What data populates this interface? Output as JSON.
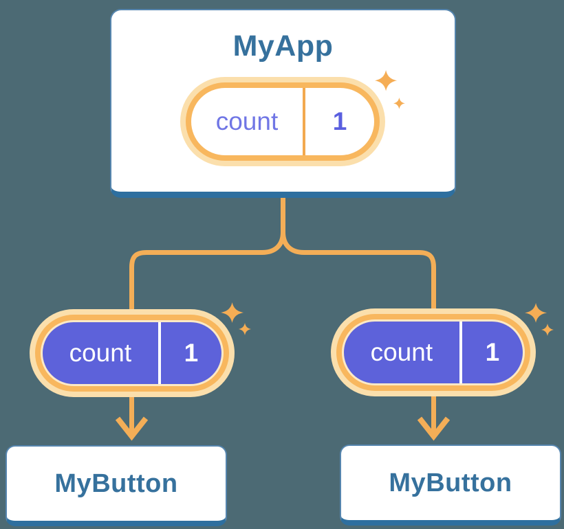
{
  "root_card": {
    "title": "MyApp",
    "pill": {
      "name": "count",
      "value": "1"
    }
  },
  "child_cards": [
    {
      "title": "MyButton",
      "pill": {
        "name": "count",
        "value": "1"
      }
    },
    {
      "title": "MyButton",
      "pill": {
        "name": "count",
        "value": "1"
      }
    }
  ],
  "icons": {
    "sparkles": "sparkles-icon",
    "arrow_down": "arrow-down-icon"
  },
  "colors": {
    "background": "#4C6A74",
    "card_background": "#FFFFFF",
    "card_border": "#5585AE",
    "card_bottom_edge": "#2E6F9F",
    "component_title_text": "#36719D",
    "connector": "#F4AE57",
    "pill_ring": "#F8B75E",
    "pill_halo": "#FBDFAC",
    "pill_fill_purple": "#5D62DA",
    "pill_text_purple": "#6468E0",
    "pill_inner_outline": "#FCE9C6",
    "sparkle": "#F5AD55"
  }
}
